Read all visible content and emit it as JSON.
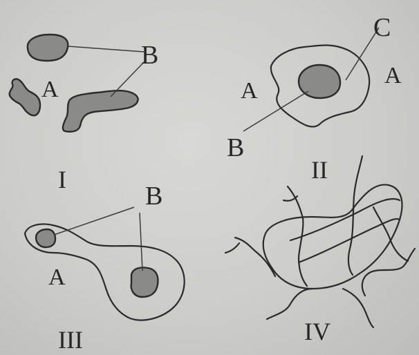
{
  "panels": {
    "p1": {
      "numeral": "I",
      "label_a": "A",
      "label_b": "B"
    },
    "p2": {
      "numeral": "II",
      "label_a_left": "A",
      "label_a_right": "A",
      "label_b": "B",
      "label_c": "C"
    },
    "p3": {
      "numeral": "III",
      "label_a": "A",
      "label_b": "B"
    },
    "p4": {
      "numeral": "IV"
    }
  },
  "colors": {
    "background": "#cdcdca",
    "ink": "#2a2a2a",
    "blob_fill": "#8a8a88"
  }
}
